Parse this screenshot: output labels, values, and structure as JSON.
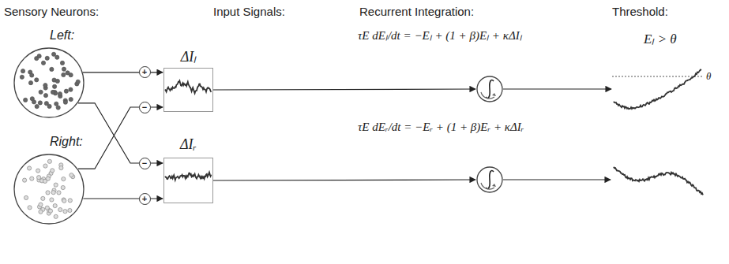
{
  "diagram": {
    "nodes": [
      {
        "text": [
          "Left:"
        ]
      },
      {
        "text": [
          "Right:"
        ]
      },
      {
        "text": [
          "ΔIₗ"
        ]
      },
      {
        "text": [
          "ΔIᵣ"
        ]
      },
      {
        "text": [
          "τE dEₗ/dt = −Eₗ + (1 + β)Eₗ + κΔIₗ"
        ]
      },
      {
        "text": [
          "τE dEᵣ/dt = −Eᵣ + (1 + β)Eᵣ + κΔIᵣ"
        ]
      },
      {
        "text": [
          "Eₗ > θ",
          "θ"
        ]
      }
    ],
    "edges": [
      {
        "from": 0,
        "to": 2,
        "arrow": "to",
        "label": "+"
      },
      {
        "from": 0,
        "to": 3,
        "arrow": "to",
        "label": "−"
      },
      {
        "from": 1,
        "to": 2,
        "arrow": "to",
        "label": "−"
      },
      {
        "from": 1,
        "to": 3,
        "arrow": "to",
        "label": "+"
      },
      {
        "from": 2,
        "to": 4,
        "arrow": "to"
      },
      {
        "from": 3,
        "to": 5,
        "arrow": "to"
      },
      {
        "from": 4,
        "to": 6,
        "arrow": "to"
      }
    ],
    "labels": [
      "Sensory Neurons:",
      "Input Signals:",
      "Recurrent Integration:",
      "Threshold:"
    ]
  }
}
